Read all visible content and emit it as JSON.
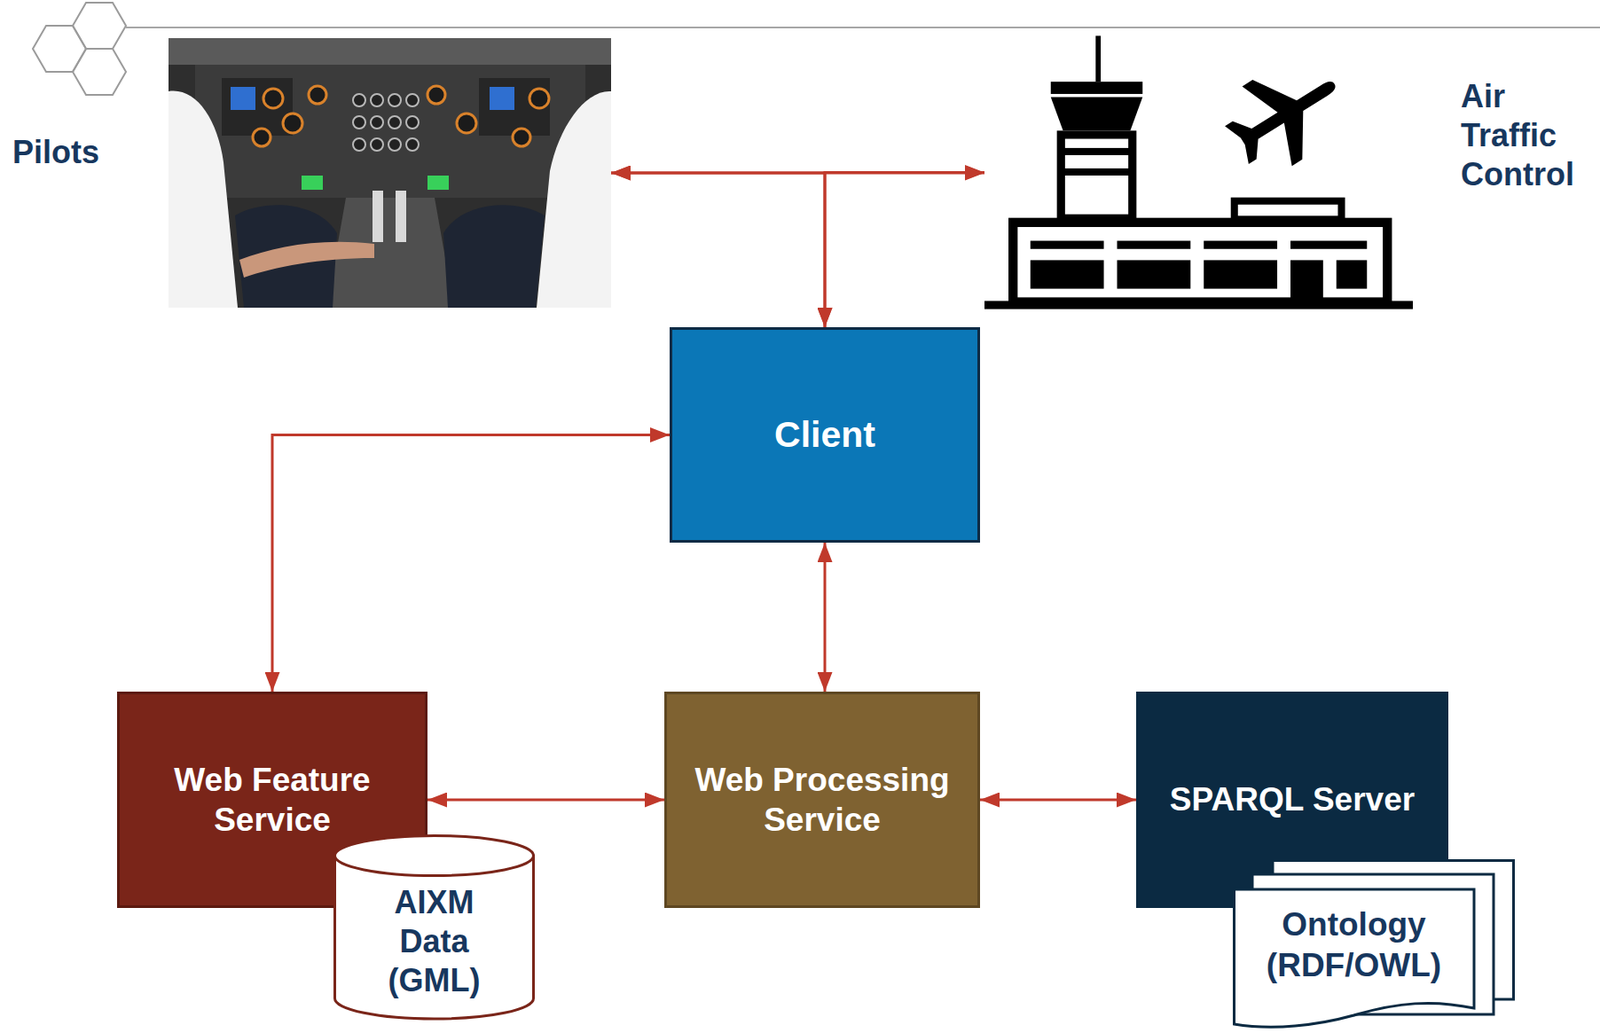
{
  "diagram": {
    "nodes": [
      {
        "text": [
          "Pilots"
        ]
      },
      {
        "text": [
          "Air Traffic Control"
        ]
      },
      {
        "text": [
          "Client"
        ]
      },
      {
        "text": [
          "Web Feature Service"
        ]
      },
      {
        "text": [
          "AIXM Data (GML)"
        ]
      },
      {
        "text": [
          "Web Processing Service"
        ]
      },
      {
        "text": [
          "SPARQL Server"
        ]
      },
      {
        "text": [
          "Ontology (RDF/OWL)"
        ]
      }
    ],
    "edges": [
      {
        "from": 0,
        "to": 1,
        "arrow": "both"
      },
      {
        "from": 0,
        "to": 2,
        "arrow": "both"
      },
      {
        "from": 1,
        "to": 2,
        "arrow": "both"
      },
      {
        "from": 2,
        "to": 3,
        "arrow": "both"
      },
      {
        "from": 2,
        "to": 5,
        "arrow": "both"
      },
      {
        "from": 3,
        "to": 5,
        "arrow": "both"
      },
      {
        "from": 5,
        "to": 6,
        "arrow": "both"
      }
    ]
  }
}
